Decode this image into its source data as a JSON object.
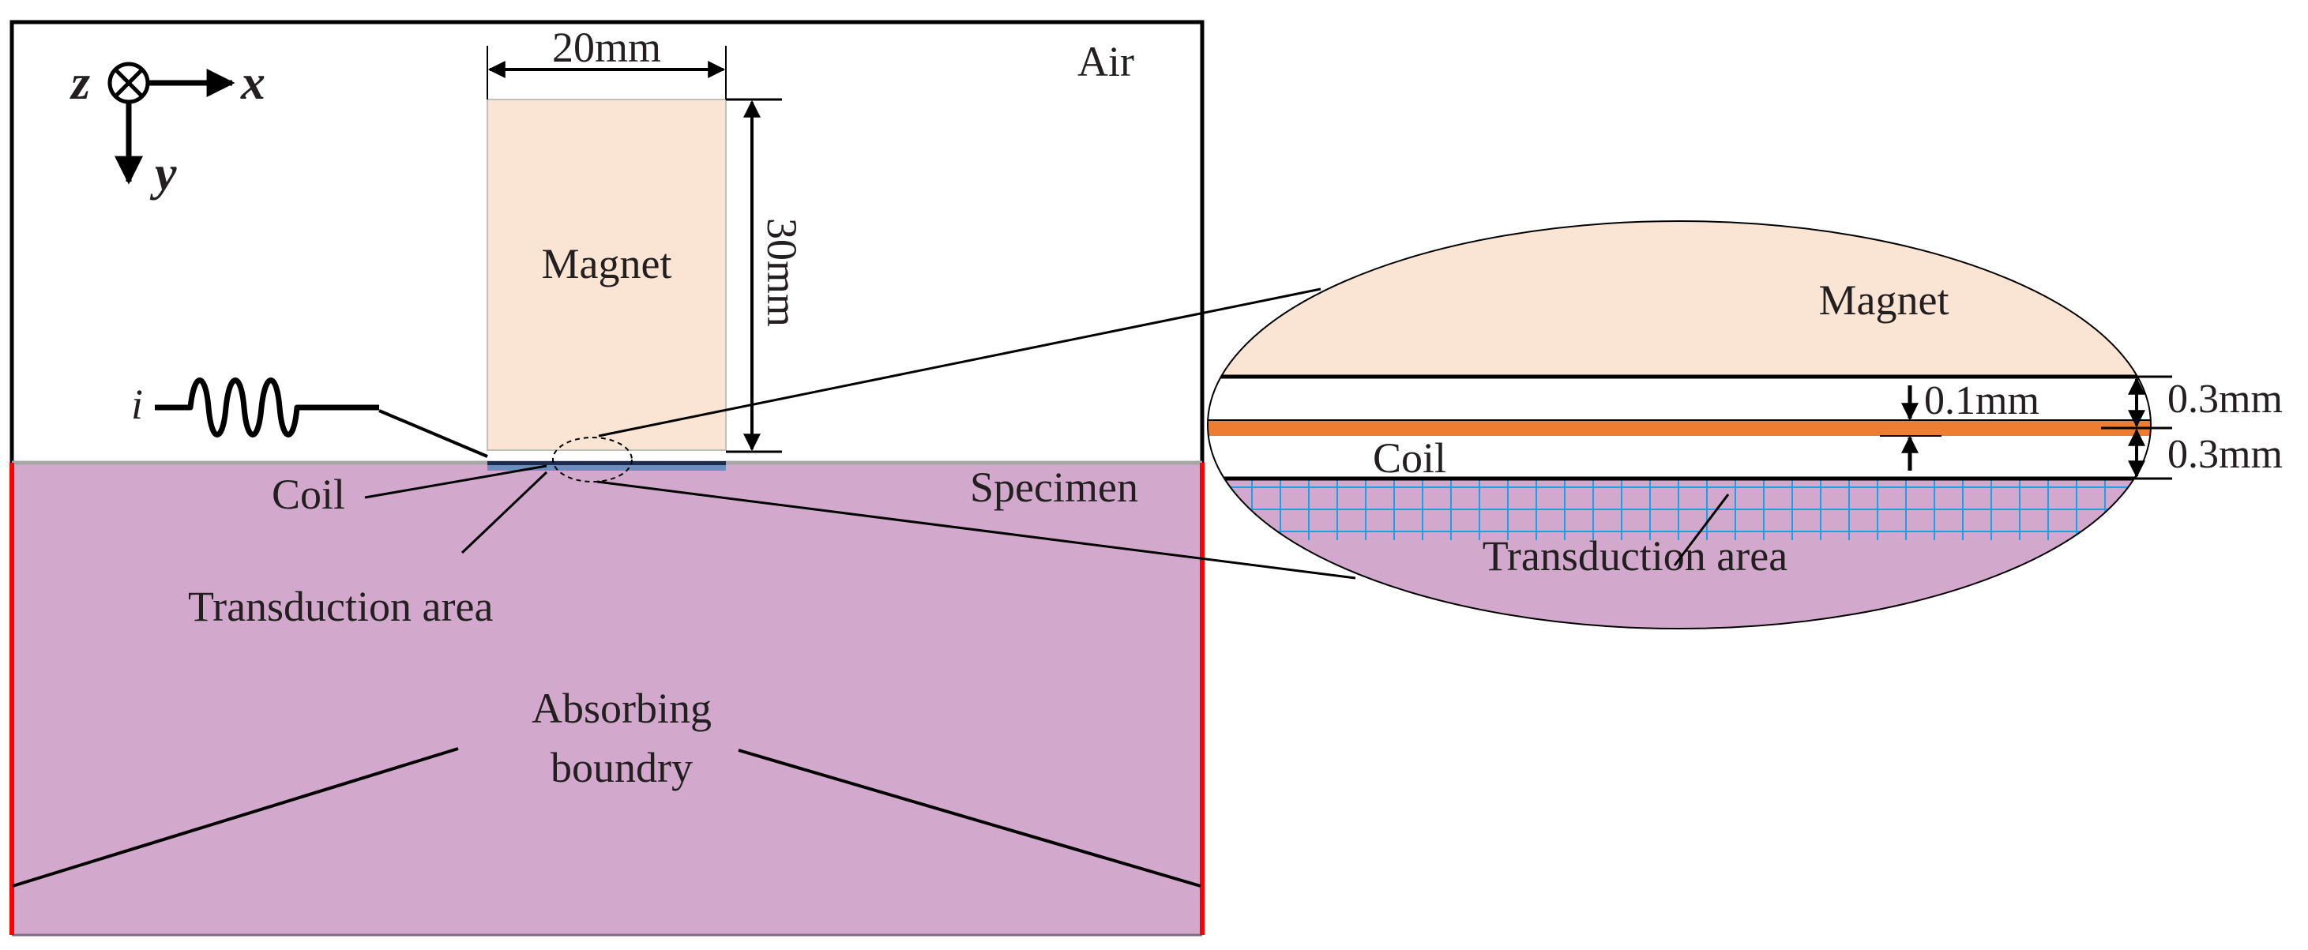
{
  "labels": {
    "air": "Air",
    "magnet": "Magnet",
    "coil": "Coil",
    "specimen": "Specimen",
    "transduction_area": "Transduction area",
    "absorbing_line1": "Absorbing",
    "absorbing_line2": "boundry",
    "current_symbol": "i"
  },
  "axes": {
    "z": "z",
    "x": "x",
    "y": "y"
  },
  "dimensions": {
    "magnet_width": "20mm",
    "magnet_height": "30mm",
    "coil_thickness": "0.1mm",
    "gap_top": "0.3mm",
    "gap_bottom": "0.3mm"
  },
  "zoom": {
    "magnet": "Magnet",
    "coil": "Coil",
    "transduction_area": "Transduction area"
  },
  "colors": {
    "magnet_fill": "#fae5d5",
    "specimen_fill": "#d2a9cd",
    "coil_fill": "#ed7d31",
    "mesh_lines": "#1ba1e2",
    "absorbing_boundary": "#ff0000",
    "outline": "#000000"
  }
}
